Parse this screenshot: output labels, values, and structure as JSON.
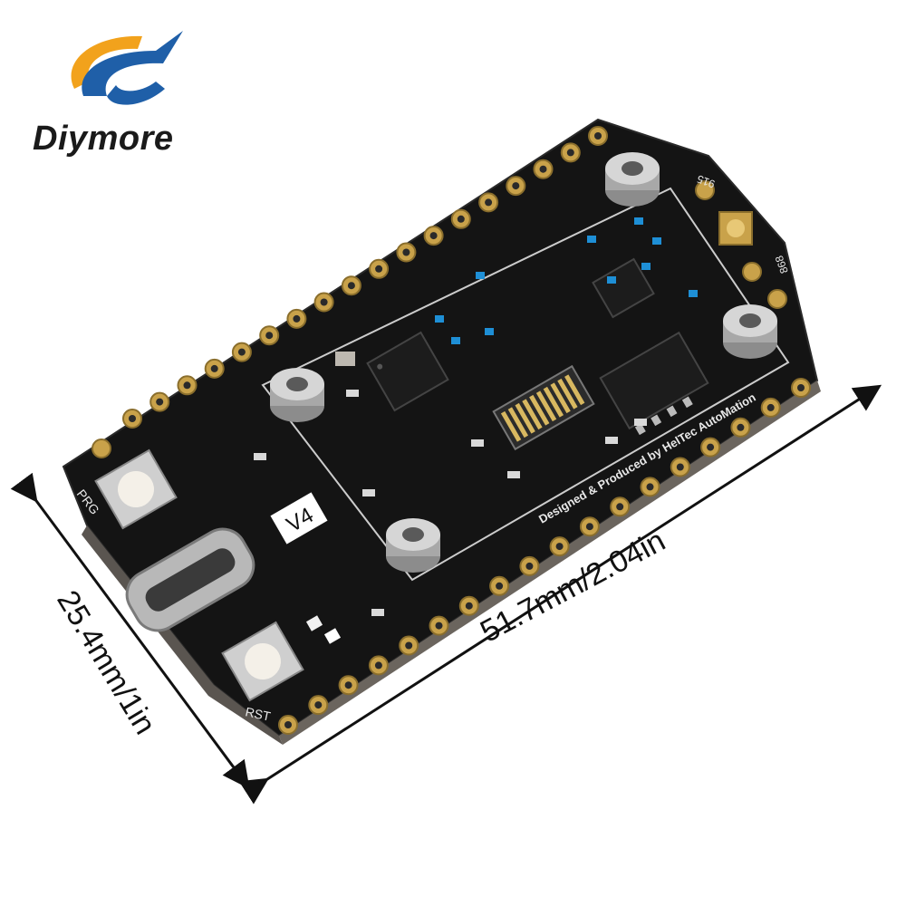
{
  "brand": {
    "name": "Diymore",
    "colors": {
      "blue": "#1f5fa8",
      "orange": "#f2a21c"
    }
  },
  "board": {
    "version_label": "V4",
    "credit_text": "Designed & Produced by HelTec AutoMation",
    "prg_label": "PRG",
    "rst_label": "RST",
    "band_label_top": "915",
    "band_label_bottom": "868",
    "colors": {
      "pcb": "#111111",
      "gold": "#c9a24a",
      "smd_blue": "#1e8fd6"
    }
  },
  "dimensions": {
    "width_label": "51.7mm/2.04in",
    "height_label": "25.4mm/1in"
  }
}
